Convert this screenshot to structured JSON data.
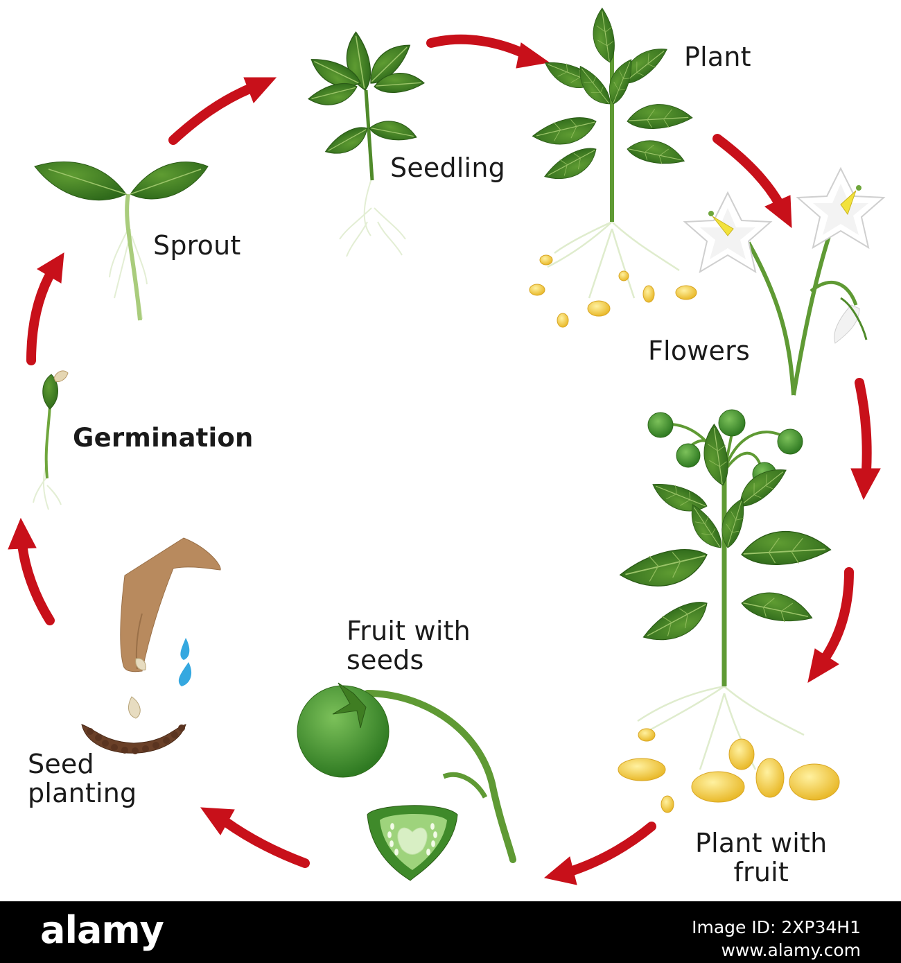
{
  "stages": {
    "seedling": "Seedling",
    "plant": "Plant",
    "sprout": "Sprout",
    "flowers": "Flowers",
    "germination": "Germination",
    "fruit_with_seeds": "Fruit with\nseeds",
    "seed_planting": "Seed\nplanting",
    "plant_with_fruit": "Plant with\nfruit"
  },
  "watermark": {
    "logo": "alamy",
    "image_id": "Image ID: 2XP34H1\nwww.alamy.com"
  },
  "colors": {
    "arrow": "#c8101a",
    "leaf": "#3f7d22",
    "leaf_light": "#6fa63c",
    "root": "#dfeccd",
    "tuber": "#f0c83a",
    "flower": "#ffffff",
    "fruit": "#4f9a36",
    "soil": "#6a4028",
    "water": "#35a8e0",
    "hand": "#b88a5e"
  }
}
